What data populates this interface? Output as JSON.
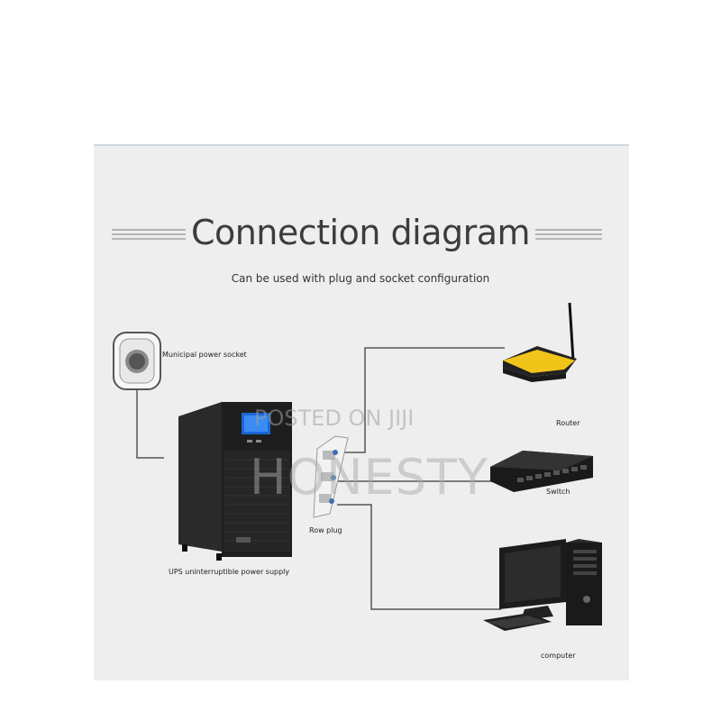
{
  "title": "Connection diagram",
  "subtitle": "Can be used with plug and socket configuration",
  "labels": {
    "socket": "Municipal power socket",
    "ups": "UPS uninterruptible power supply",
    "row_plug": "Row plug",
    "router": "Router",
    "switch": "Switch",
    "computer": "computer"
  },
  "watermark": {
    "line1": "POSTED ON JIJI",
    "line2": "HONESTY"
  },
  "icons": [
    "power-socket-icon",
    "ups-icon",
    "power-strip-icon",
    "router-icon",
    "network-switch-icon",
    "desktop-computer-icon"
  ],
  "colors": {
    "panel": "#eeeeee",
    "line": "#555555",
    "device": "#1f1f1f",
    "router_body": "#f0c419"
  }
}
